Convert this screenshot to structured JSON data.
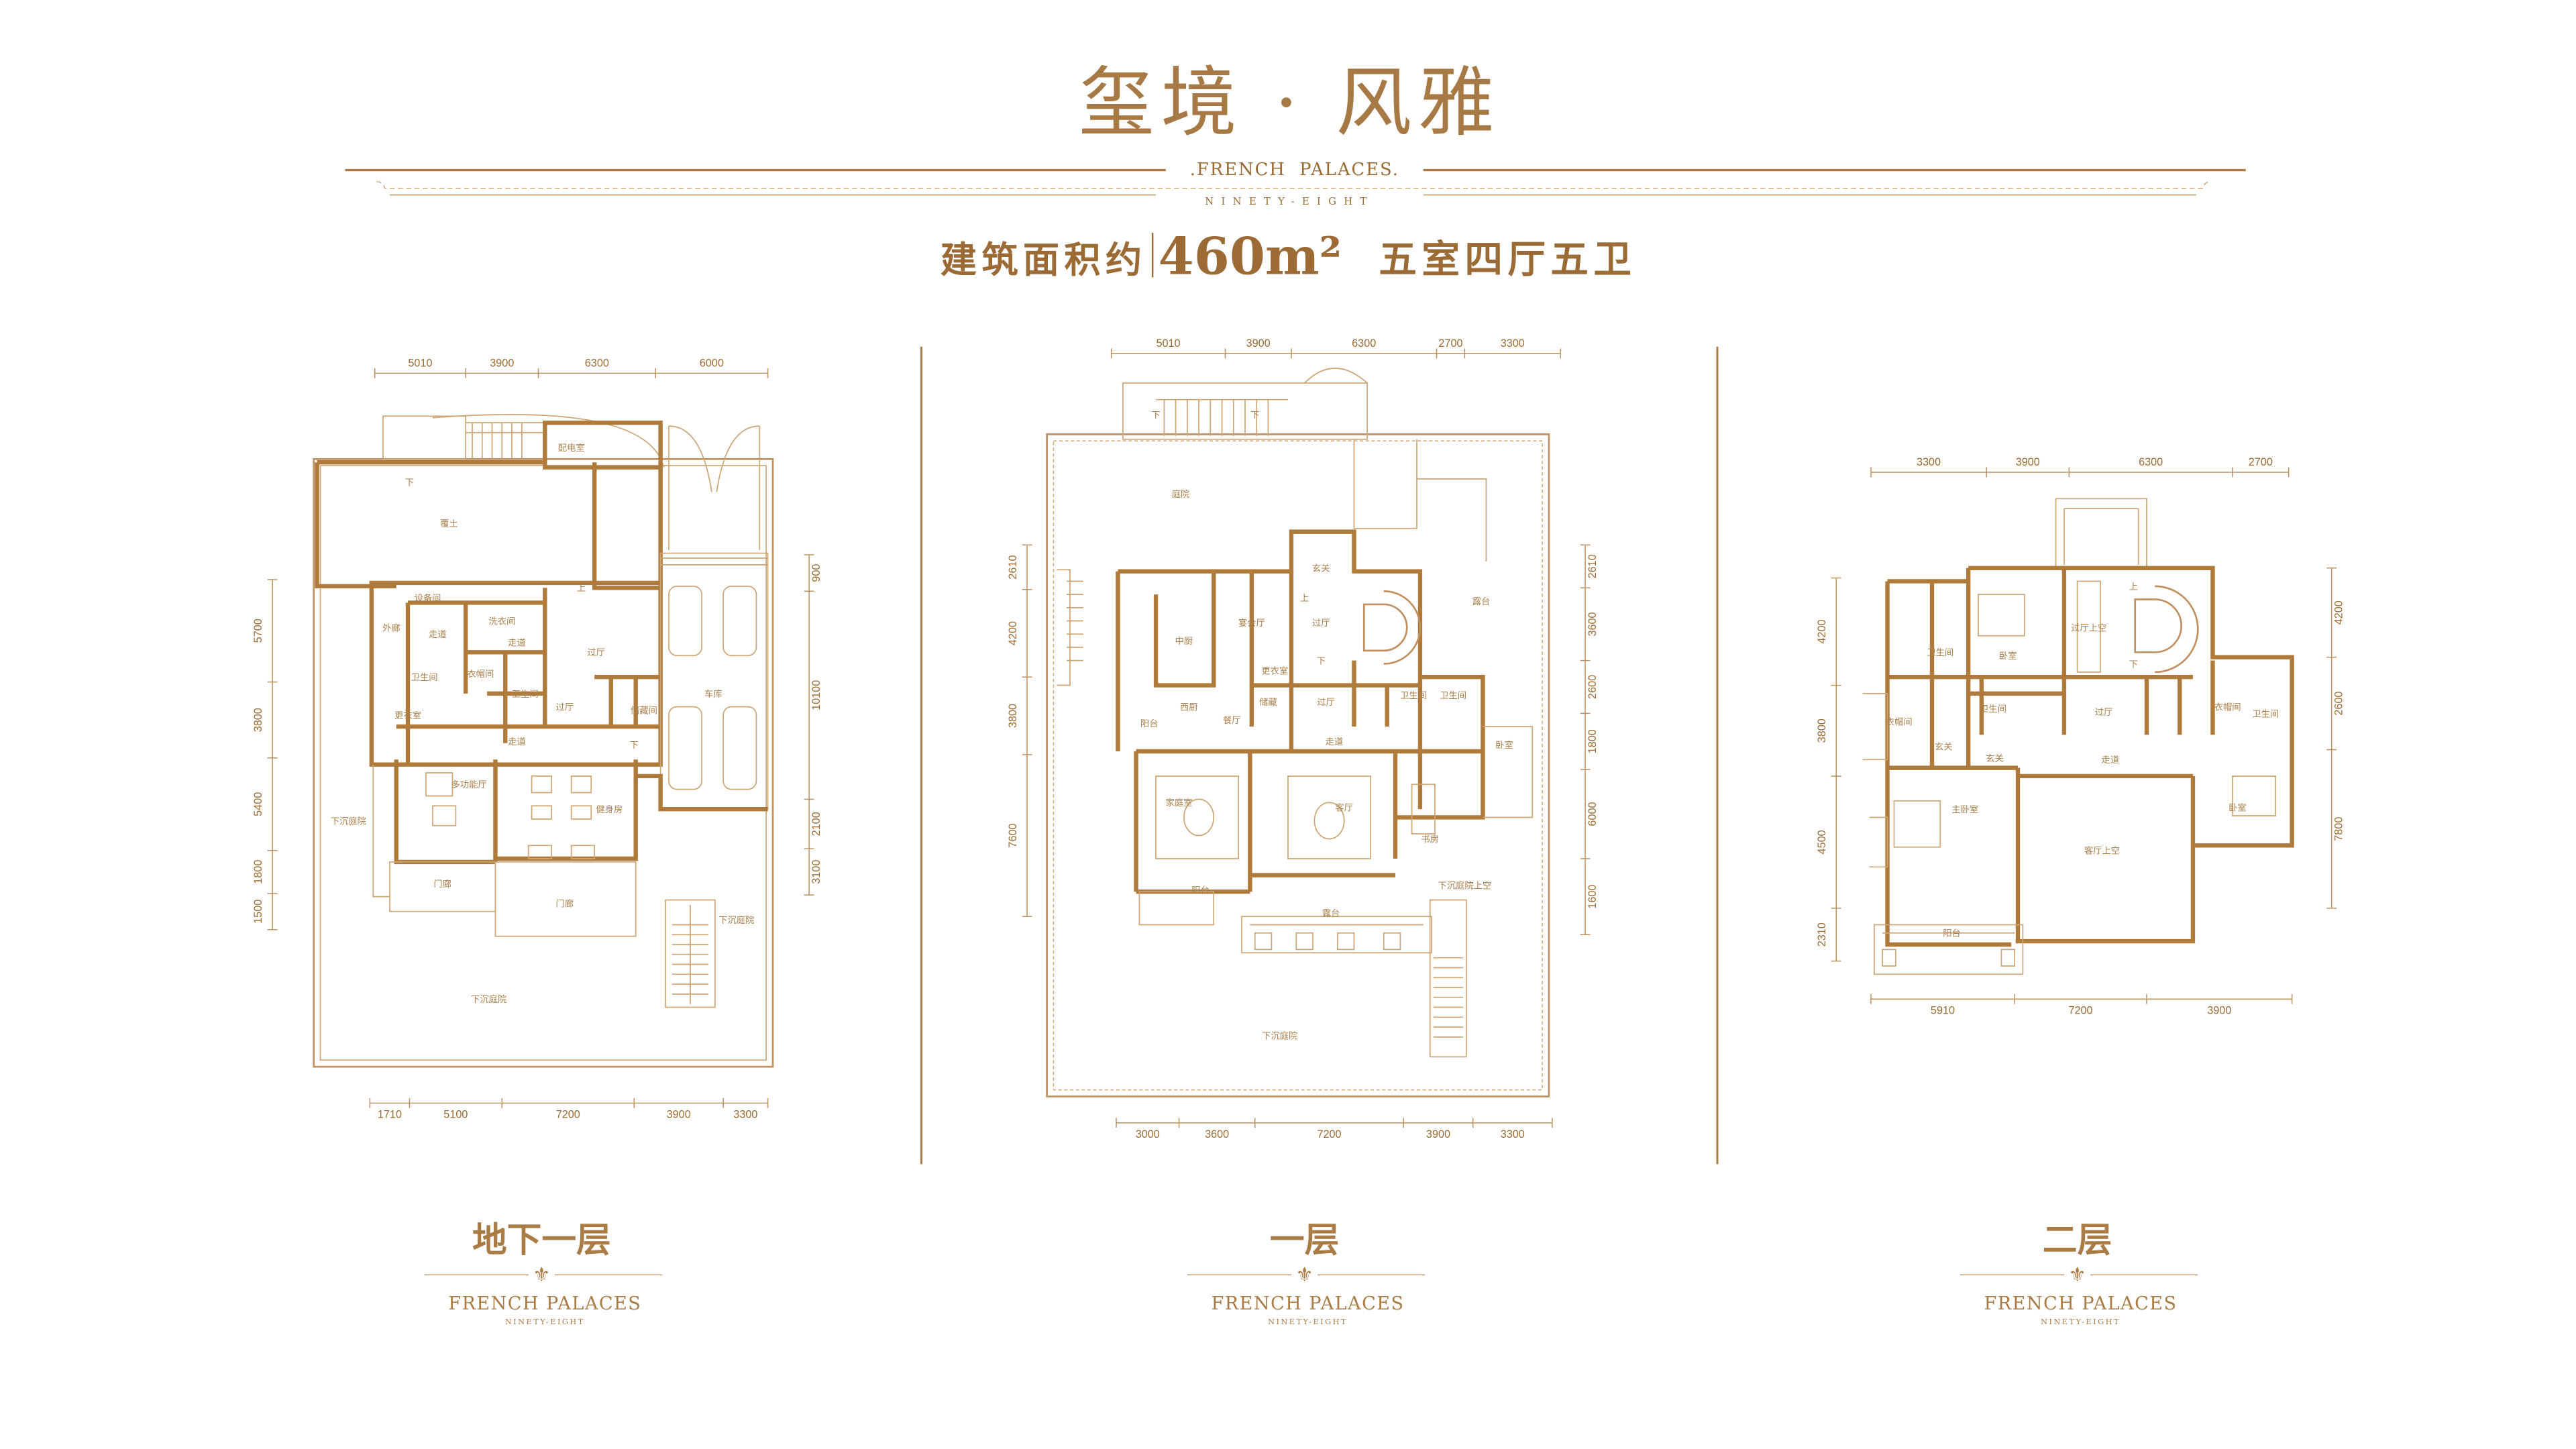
{
  "header": {
    "title": "玺境 · 风雅",
    "brand": ".FRENCH  PALACES.",
    "brand_sub": "NINETY-EIGHT",
    "area_label": "建筑面积约",
    "area_value": "460m²",
    "layout": "五室四厅五卫"
  },
  "colors": {
    "gold": "#a77a45",
    "wall": "#b07a3a",
    "line": "#cda676"
  },
  "plans": [
    {
      "title": "地下一层",
      "brand": "FRENCH  PALACES",
      "brand_sub": "NINETY-EIGHT",
      "dims_top": [
        "5010",
        "3900",
        "6300",
        "6000"
      ],
      "dims_bottom": [
        "1710",
        "5100",
        "7200",
        "3900",
        "3300"
      ],
      "dims_left": [
        "5700",
        "3800",
        "5400",
        "1800",
        "1500"
      ],
      "dims_right": [
        "900",
        "10100",
        "2100",
        "3100"
      ],
      "rooms": [
        "配电室",
        "覆土",
        "设备间",
        "洗衣间",
        "外廊",
        "走道",
        "走道",
        "过厅",
        "车库",
        "卫生间",
        "衣帽间",
        "卫生间",
        "过厅",
        "储藏间",
        "更衣室",
        "走道",
        "多功能厅",
        "健身房",
        "下沉庭院",
        "门廊",
        "门廊",
        "下沉庭院",
        "下沉庭院",
        "下",
        "上",
        "下"
      ]
    },
    {
      "title": "一层",
      "brand": "FRENCH  PALACES",
      "brand_sub": "NINETY-EIGHT",
      "dims_top": [
        "5010",
        "3900",
        "6300",
        "2700",
        "3300"
      ],
      "dims_bottom": [
        "3000",
        "3600",
        "7200",
        "3900",
        "3300"
      ],
      "dims_left": [
        "2610",
        "4200",
        "3800",
        "7600"
      ],
      "dims_right": [
        "2610",
        "3600",
        "2600",
        "1800",
        "6000",
        "1600"
      ],
      "rooms": [
        "庭院",
        "玄关",
        "露台",
        "中厨",
        "宴会厅",
        "过厅",
        "更衣室",
        "储藏",
        "过厅",
        "卫生间",
        "卫生间",
        "西厨",
        "餐厅",
        "阳台",
        "走道",
        "卧室",
        "家庭室",
        "客厅",
        "书房",
        "下沉庭院上空",
        "阳台",
        "露台",
        "下沉庭院",
        "下",
        "下",
        "上",
        "下"
      ]
    },
    {
      "title": "二层",
      "brand": "FRENCH  PALACES",
      "brand_sub": "NINETY-EIGHT",
      "dims_top": [
        "3300",
        "3900",
        "6300",
        "2700"
      ],
      "dims_bottom": [
        "5910",
        "7200",
        "3900"
      ],
      "dims_left": [
        "4200",
        "3800",
        "4500",
        "2310"
      ],
      "dims_right": [
        "4200",
        "2600",
        "7800"
      ],
      "rooms": [
        "卧室",
        "卫生间",
        "过厅上空",
        "卫生间",
        "衣帽间",
        "玄关",
        "玄关",
        "过厅",
        "衣帽间",
        "卫生间",
        "走道",
        "卧室",
        "主卧室",
        "客厅上空",
        "阳台",
        "上",
        "下"
      ]
    }
  ]
}
